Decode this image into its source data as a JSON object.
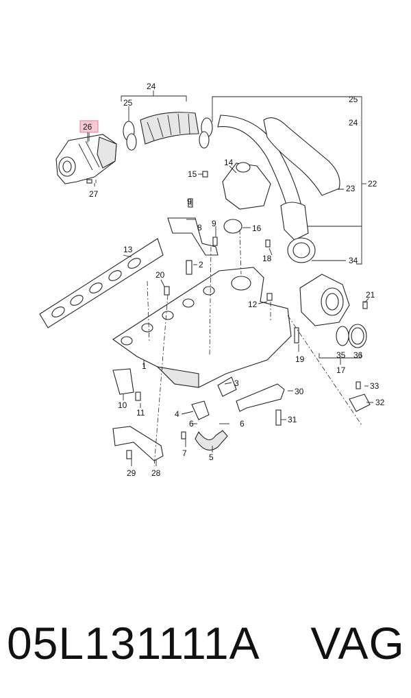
{
  "diagram": {
    "callouts": {
      "c1": "1",
      "c2": "2",
      "c3": "3",
      "c4": "4",
      "c5": "5",
      "c6a": "6",
      "c6b": "6",
      "c7": "7",
      "c8": "8",
      "c9": "9",
      "c9b": "9",
      "c10": "10",
      "c11": "11",
      "c12": "12",
      "c13": "13",
      "c14": "14",
      "c15": "15",
      "c16": "16",
      "c17": "17",
      "c18": "18",
      "c19": "19",
      "c20": "20",
      "c21": "21",
      "c22": "22",
      "c23": "23",
      "c24a": "24",
      "c24b": "24",
      "c25a": "25",
      "c25b": "25",
      "c26": "26",
      "c27": "27",
      "c28": "28",
      "c29": "29",
      "c30": "30",
      "c31": "31",
      "c32": "32",
      "c33": "33",
      "c34": "34",
      "c35": "35",
      "c36": "36"
    },
    "highlight_color": "#f7c9d3"
  },
  "caption": {
    "part_number": "05L131111A    VAG"
  }
}
